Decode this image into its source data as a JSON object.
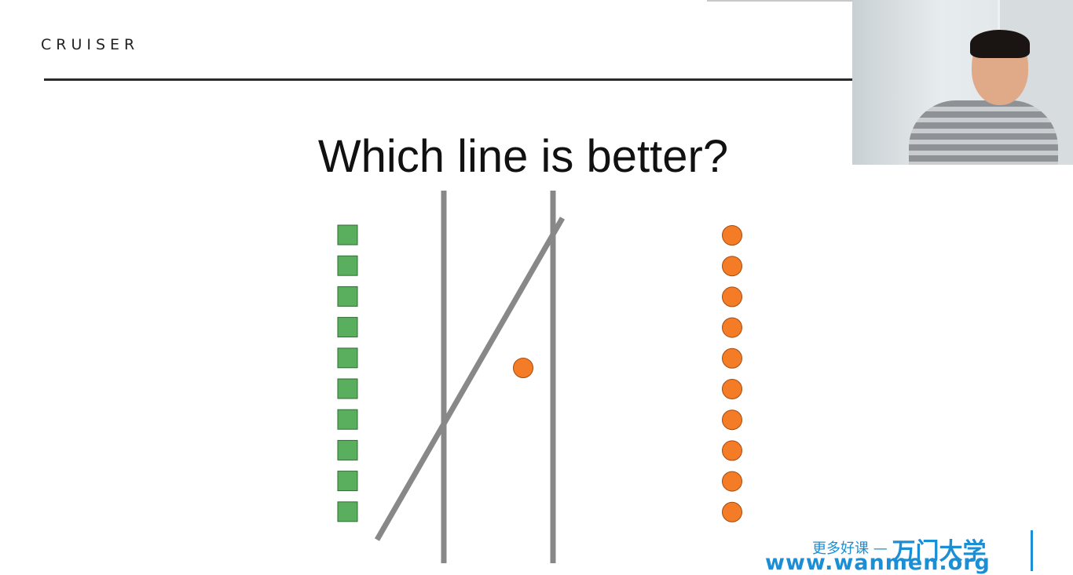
{
  "logo": {
    "text": "CRUISER"
  },
  "slide": {
    "title": "Which line is better?"
  },
  "diagram": {
    "square_color": "#5aaf5e",
    "square_border": "#2f6b33",
    "circle_color": "#f47c26",
    "circle_border": "#a84a0e",
    "line_color": "#888888",
    "square_count": 10,
    "circle_count": 10
  },
  "watermark": {
    "tagline": "更多好课 —",
    "brand": "万门大学",
    "url": "www.wanmen.org"
  },
  "webcam": {
    "icon": "person-video-feed"
  }
}
